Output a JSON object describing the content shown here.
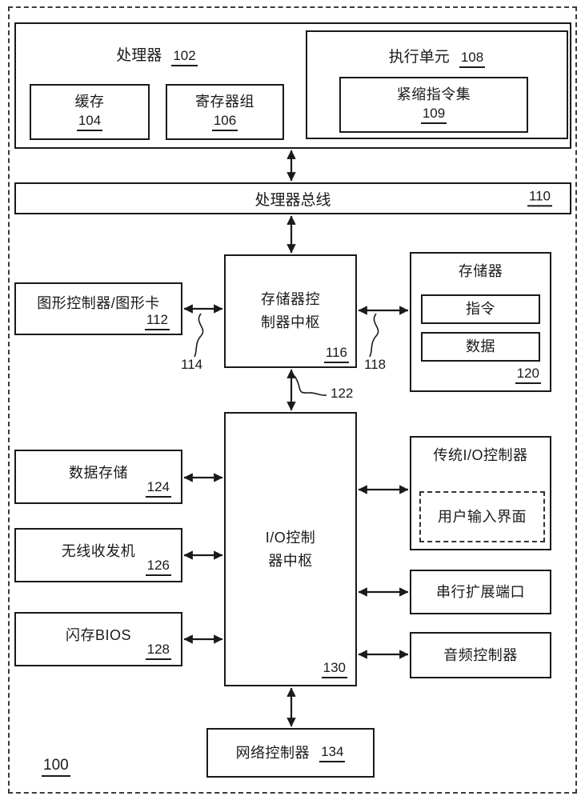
{
  "figure": {
    "ref": "100"
  },
  "boxes": {
    "processor": {
      "label": "处理器",
      "ref": "102"
    },
    "cache": {
      "label": "缓存",
      "ref": "104"
    },
    "register_file": {
      "label": "寄存器组",
      "ref": "106"
    },
    "execution_unit": {
      "label": "执行单元",
      "ref": "108"
    },
    "packed_instruction_set": {
      "label": "紧缩指令集",
      "ref": "109"
    },
    "processor_bus": {
      "label": "处理器总线",
      "ref": "110"
    },
    "graphics_controller": {
      "label": "图形控制器/图形卡",
      "ref": "112"
    },
    "memory_controller_hub": {
      "label": "存储器控制器中枢",
      "ref": "116"
    },
    "memory": {
      "label": "存储器",
      "ref": "120"
    },
    "memory_instructions": {
      "label": "指令"
    },
    "memory_data": {
      "label": "数据"
    },
    "data_storage": {
      "label": "数据存储",
      "ref": "124"
    },
    "wireless_transceiver": {
      "label": "无线收发机",
      "ref": "126"
    },
    "flash_bios": {
      "label": "闪存BIOS",
      "ref": "128"
    },
    "io_controller_hub": {
      "label": "I/O控制器中枢",
      "ref": "130"
    },
    "legacy_io_controller": {
      "label": "传统I/O控制器"
    },
    "user_input_interface": {
      "label": "用户输入界面"
    },
    "serial_expansion_port": {
      "label": "串行扩展端口"
    },
    "audio_controller": {
      "label": "音频控制器"
    },
    "network_controller": {
      "label": "网络控制器",
      "ref": "134"
    }
  },
  "connector_refs": {
    "graphics_mch": "114",
    "mch_memory": "118",
    "mch_ioh": "122"
  },
  "colors": {
    "line": "#1a1a1a",
    "background": "#ffffff"
  }
}
